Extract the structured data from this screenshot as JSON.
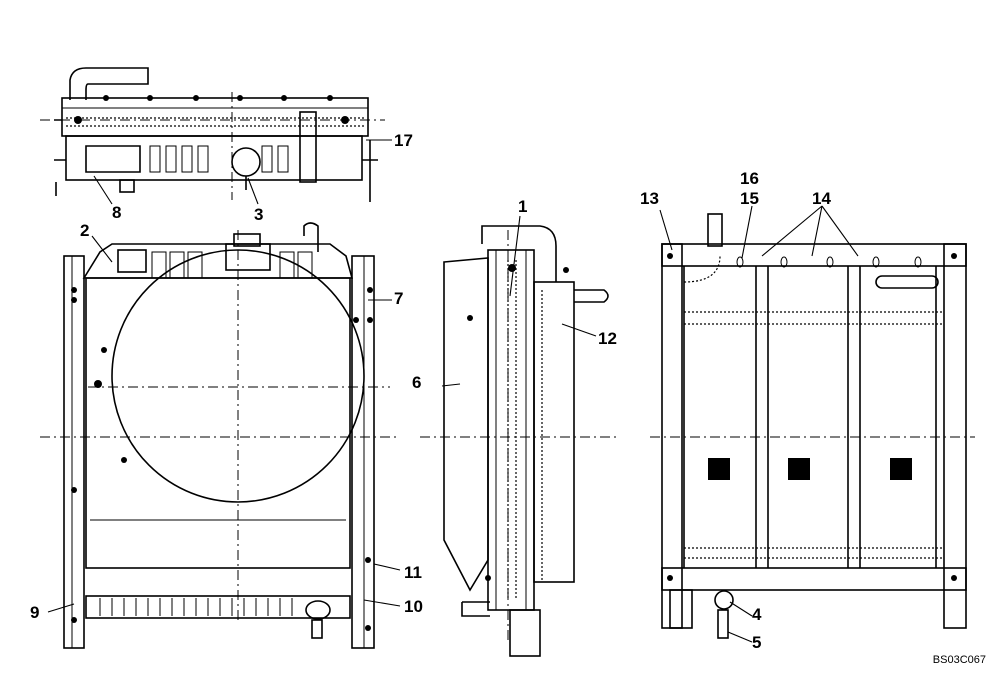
{
  "diagram": {
    "callouts": [
      {
        "id": "c1",
        "text": "1"
      },
      {
        "id": "c2",
        "text": "2"
      },
      {
        "id": "c3",
        "text": "3"
      },
      {
        "id": "c4",
        "text": "4"
      },
      {
        "id": "c5",
        "text": "5"
      },
      {
        "id": "c6",
        "text": "6"
      },
      {
        "id": "c7",
        "text": "7"
      },
      {
        "id": "c8",
        "text": "8"
      },
      {
        "id": "c9",
        "text": "9"
      },
      {
        "id": "c10",
        "text": "10"
      },
      {
        "id": "c11",
        "text": "11"
      },
      {
        "id": "c12",
        "text": "12"
      },
      {
        "id": "c13",
        "text": "13"
      },
      {
        "id": "c14",
        "text": "14"
      },
      {
        "id": "c15",
        "text": "15"
      },
      {
        "id": "c16",
        "text": "16"
      },
      {
        "id": "c17",
        "text": "17"
      }
    ],
    "drawing_code": "BS03C067"
  }
}
